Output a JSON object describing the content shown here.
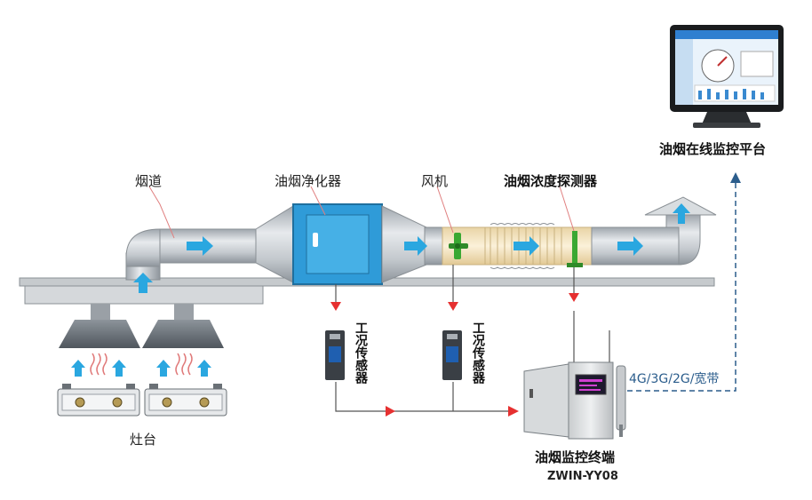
{
  "labels": {
    "flue": "烟道",
    "purifier": "油烟净化器",
    "fan": "风机",
    "detector": "油烟浓度探测器",
    "platform": "油烟在线监控平台",
    "stove": "灶台",
    "terminal": "油烟监控终端",
    "terminal_model": "ZWIN-YY08",
    "sensor1": "工况传感器",
    "sensor2": "工况传感器",
    "network": "4G/3G/2G/宽带"
  },
  "colors": {
    "duct": "#b9bfc6",
    "purifier_body": "#2f9bd8",
    "flow_arrow": "#2aa7e0",
    "signal_line": "#e63030",
    "network_line": "#2b5d8c",
    "fan_green": "#3aa832",
    "bellows": "#f6e6c3"
  }
}
